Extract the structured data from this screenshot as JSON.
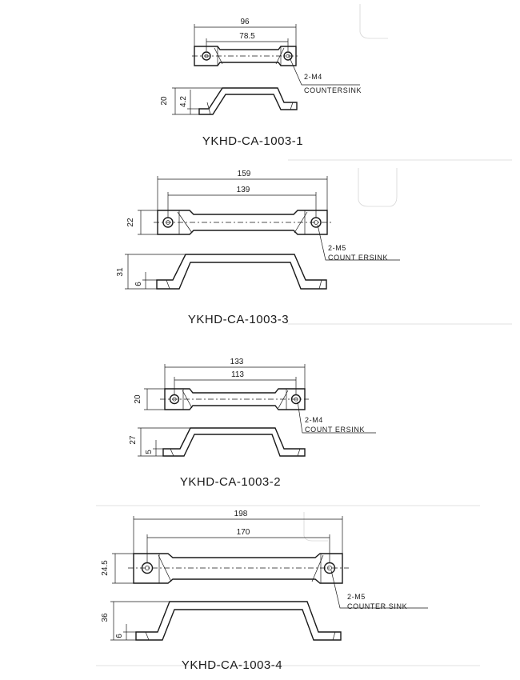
{
  "parts": [
    {
      "code": "YKHD-CA-1003-1",
      "overall_length": "96",
      "hole_pitch": "78.5",
      "height": "20",
      "thickness": "4.2",
      "hole_note_1": "2-M4",
      "hole_note_2": "COUNTERSINK"
    },
    {
      "code": "YKHD-CA-1003-3",
      "overall_length": "159",
      "hole_pitch": "139",
      "width": "22",
      "height": "31",
      "thickness": "6",
      "hole_note_1": "2-M5",
      "hole_note_2": "COUNT ERSINK"
    },
    {
      "code": "YKHD-CA-1003-2",
      "overall_length": "133",
      "hole_pitch": "113",
      "width": "20",
      "height": "27",
      "thickness": "5",
      "hole_note_1": "2-M4",
      "hole_note_2": "COUNT ERSINK"
    },
    {
      "code": "YKHD-CA-1003-4",
      "overall_length": "198",
      "hole_pitch": "170",
      "width": "24.5",
      "height": "36",
      "thickness": "6",
      "hole_note_1": "2-M5",
      "hole_note_2": "COUNTER SINK"
    }
  ]
}
